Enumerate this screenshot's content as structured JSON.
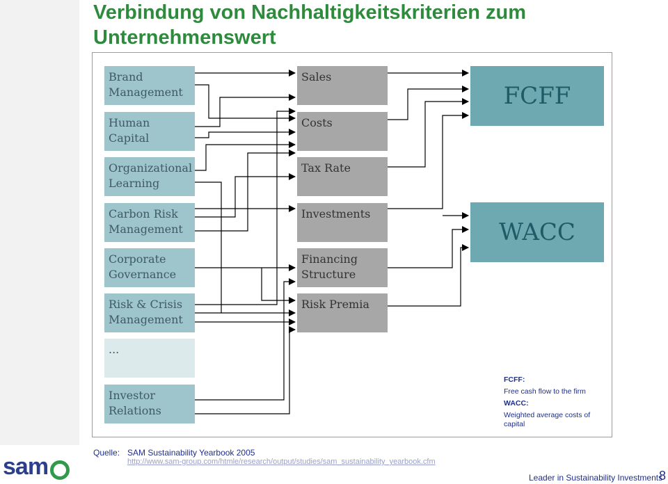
{
  "title": "Verbindung von Nachhaltigkeitskriterien zum Unternehmenswert",
  "diagram": {
    "drivers": [
      "Brand Management",
      "Human Capital",
      "Organizational Learning",
      "Carbon Risk Management",
      "Corporate Governance",
      "Risk & Crisis Management",
      "...",
      "Investor Relations"
    ],
    "value_drivers": [
      "Sales",
      "Costs",
      "Tax Rate",
      "Investments",
      "Financing Structure",
      "Risk Premia"
    ],
    "outcomes": [
      "FCFF",
      "WACC"
    ],
    "colors": {
      "driver": "#9ec5cc",
      "value_driver": "#a7a7a7",
      "outcome": "#6ea9b2",
      "title": "#2e8a3c"
    }
  },
  "legend": [
    {
      "term": "FCFF:",
      "definition": "Free cash flow to the firm"
    },
    {
      "term": "WACC:",
      "definition": "Weighted average costs of capital"
    }
  ],
  "footer": {
    "source_label": "Quelle:",
    "source_text": "SAM Sustainability Yearbook 2005",
    "source_url": "http://www.sam-group.com/htmle/research/output/studies/sam_sustainability_yearbook.cfm",
    "logo_text": "sam",
    "tagline": "Leader in Sustainability Investments",
    "page_number": "8"
  }
}
